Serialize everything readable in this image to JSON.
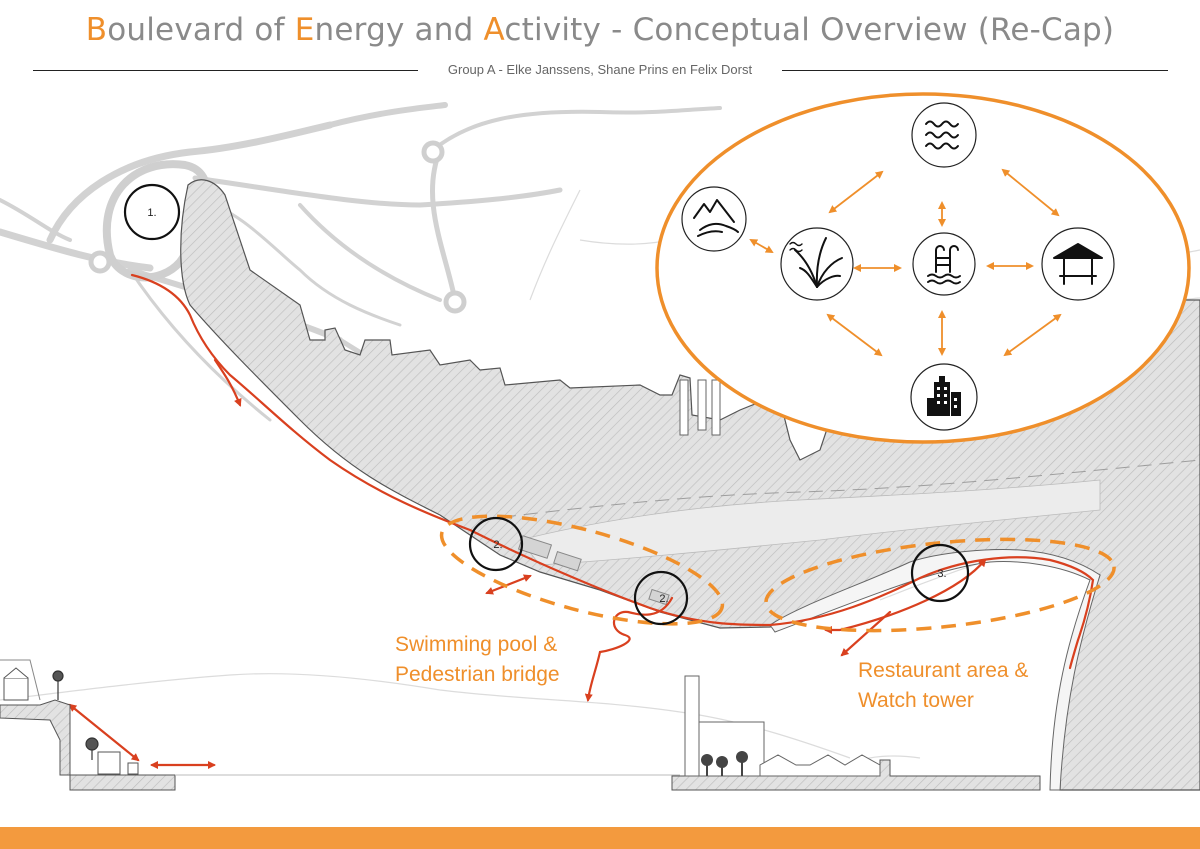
{
  "title": {
    "word1_initial": "B",
    "word1_rest": "oulevard",
    "of": " of ",
    "word2_initial": "E",
    "word2_rest": "nergy",
    "and": " and ",
    "word3_initial": "A",
    "word3_rest": "ctivity",
    "suffix": " - Conceptual Overview (Re-Cap)"
  },
  "subtitle": "Group A - Elke Janssens, Shane Prins en Felix Dorst",
  "markers": {
    "m1": "1.",
    "m2a": "2.",
    "m2b": "2.",
    "m3": "3."
  },
  "labels": {
    "pool_line1": "Swimming pool &",
    "pool_line2": "Pedestrian bridge",
    "restaurant_line1": "Restaurant area &",
    "restaurant_line2": "Watch tower"
  },
  "concept_icons": [
    "waves-icon",
    "mountain-river-icon",
    "reeds-icon",
    "swimming-pool-icon",
    "pavilion-icon",
    "city-buildings-icon"
  ],
  "colors": {
    "accent": "#ef8f2b",
    "route": "#d9401f",
    "footer": "#f39a3e",
    "text_grey": "#8a8a8a"
  }
}
